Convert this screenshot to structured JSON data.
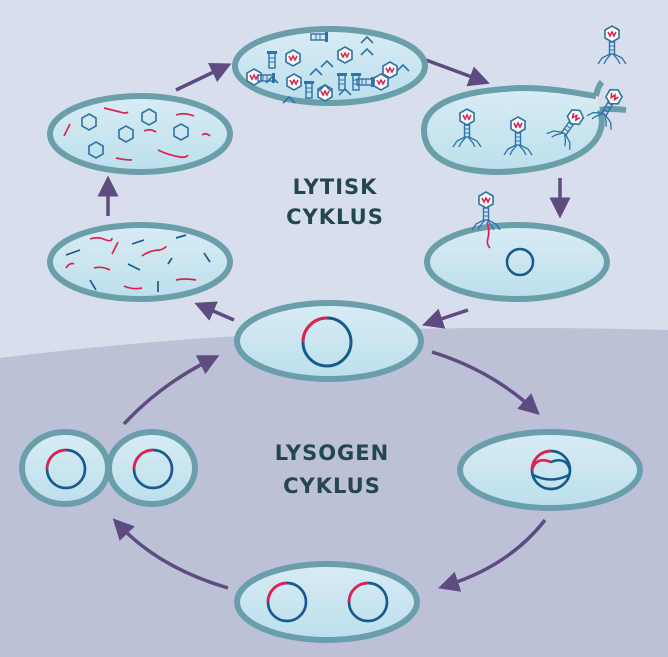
{
  "colors": {
    "background_top": "#d8dfec",
    "background_bottom": "#bcc1d8",
    "cell_border": "#6a9ea9",
    "cell_fill_light": "#d8ecf5",
    "cell_fill_dark": "#bcdfec",
    "arrow": "#5e4b80",
    "dna_blue": "#175a8e",
    "dna_red": "#e0214f",
    "phage_blue": "#2f72a8",
    "title_text": "#24464f"
  },
  "labels": {
    "lytic_line1": "LYTISK",
    "lytic_line2": "CYKLUS",
    "lysogenic_line1": "LYSOGEN",
    "lysogenic_line2": "CYKLUS"
  },
  "stages": {
    "lytic": [
      {
        "id": "phage-release",
        "description": "Cell bursts, new phages released"
      },
      {
        "id": "phage-attach",
        "description": "Phage attaches and injects DNA"
      },
      {
        "id": "assembly",
        "description": "Phage parts assembled"
      },
      {
        "id": "synthesis-parts",
        "description": "Heads, tails and DNA synthesized"
      },
      {
        "id": "replication",
        "description": "Phage DNA replicated"
      }
    ],
    "lysogenic": [
      {
        "id": "integration",
        "description": "Phage DNA integrates into chromosome"
      },
      {
        "id": "prophage",
        "description": "Prophage in bacterial chromosome"
      },
      {
        "id": "cell-division",
        "description": "Cell divides with prophage"
      },
      {
        "id": "daughter-cells",
        "description": "Daughter cells carry prophage"
      }
    ]
  }
}
